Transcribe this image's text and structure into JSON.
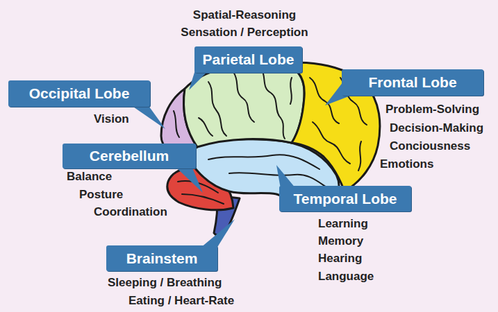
{
  "diagram": {
    "nodes": [
      {
        "text": [
          "Parietal Lobe"
        ]
      },
      {
        "text": [
          "Frontal Lobe"
        ]
      },
      {
        "text": [
          "Occipital Lobe"
        ]
      },
      {
        "text": [
          "Cerebellum"
        ]
      },
      {
        "text": [
          "Temporal Lobe"
        ]
      },
      {
        "text": [
          "Brainstem"
        ]
      }
    ],
    "labels": [
      "Spatial-Reasoning",
      "Sensation / Perception",
      "Problem-Solving",
      "Decision-Making",
      "Conciousness",
      "Emotions",
      "Vision",
      "Balance",
      "Posture",
      "Coordination",
      "Learning",
      "Memory",
      "Hearing",
      "Language",
      "Sleeping / Breathing",
      "Eating / Heart-Rate"
    ]
  }
}
